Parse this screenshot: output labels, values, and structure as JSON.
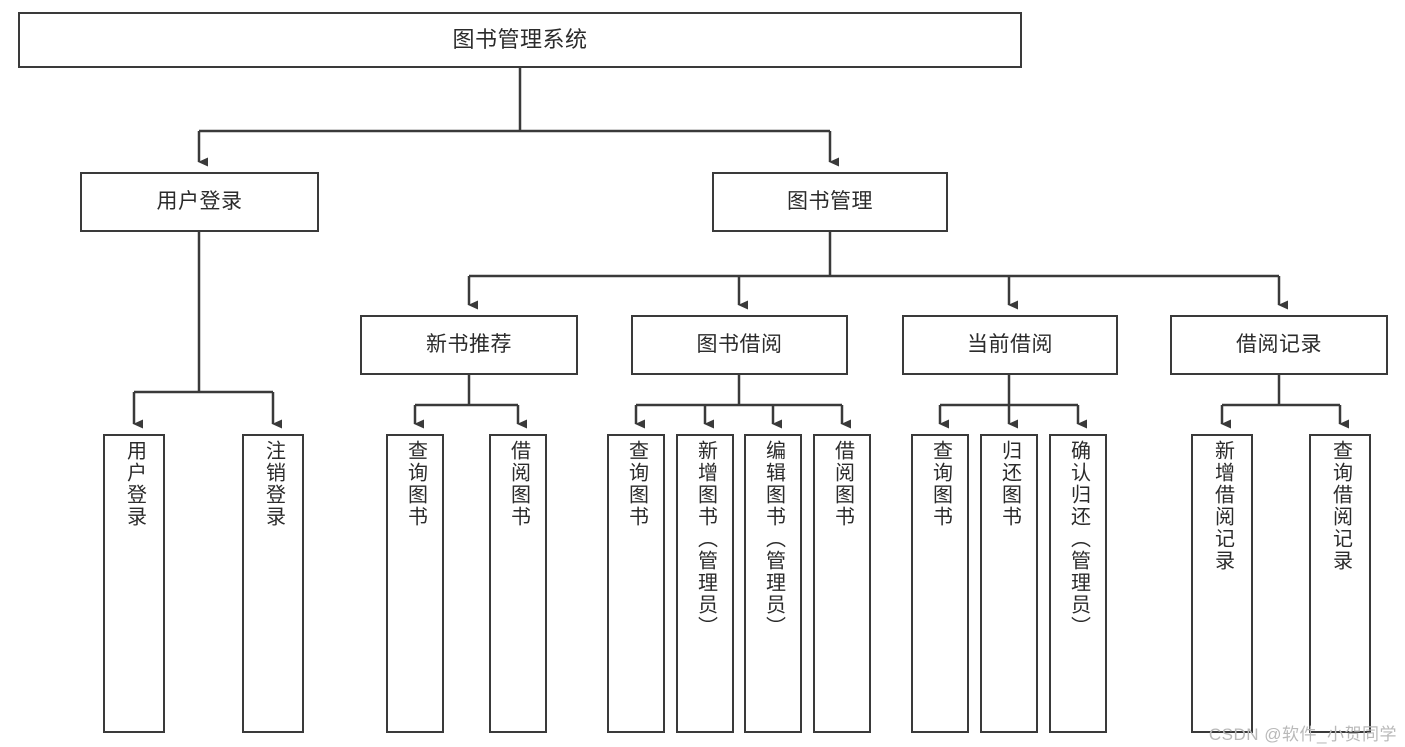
{
  "diagram": {
    "title": "图书管理系统",
    "type": "tree-hierarchy-chart",
    "colors": {
      "box_border": "#3a3a3a",
      "box_fill": "#ffffff",
      "connector": "#3a3a3a",
      "text": "#2b2b2b",
      "watermark": "#b9b9b9",
      "background": "#ffffff"
    },
    "watermark": "CSDN @软件_小贺同学",
    "nodes": {
      "root": {
        "label": "图书管理系统"
      },
      "level2": [
        {
          "label": "用户登录"
        },
        {
          "label": "图书管理"
        }
      ],
      "level3": [
        {
          "label": "新书推荐"
        },
        {
          "label": "图书借阅"
        },
        {
          "label": "当前借阅"
        },
        {
          "label": "借阅记录"
        }
      ],
      "leaves": {
        "user_login": [
          {
            "label": "用户登录"
          },
          {
            "label": "注销登录"
          }
        ],
        "new_book_recommend": [
          {
            "label": "查询图书"
          },
          {
            "label": "借阅图书"
          }
        ],
        "book_borrow": [
          {
            "label": "查询图书"
          },
          {
            "label": "新增图书（管理员）"
          },
          {
            "label": "编辑图书（管理员）"
          },
          {
            "label": "借阅图书"
          }
        ],
        "current_borrow": [
          {
            "label": "查询图书"
          },
          {
            "label": "归还图书"
          },
          {
            "label": "确认归还（管理员）"
          }
        ],
        "borrow_record": [
          {
            "label": "新增借阅记录"
          },
          {
            "label": "查询借阅记录"
          }
        ]
      }
    }
  }
}
